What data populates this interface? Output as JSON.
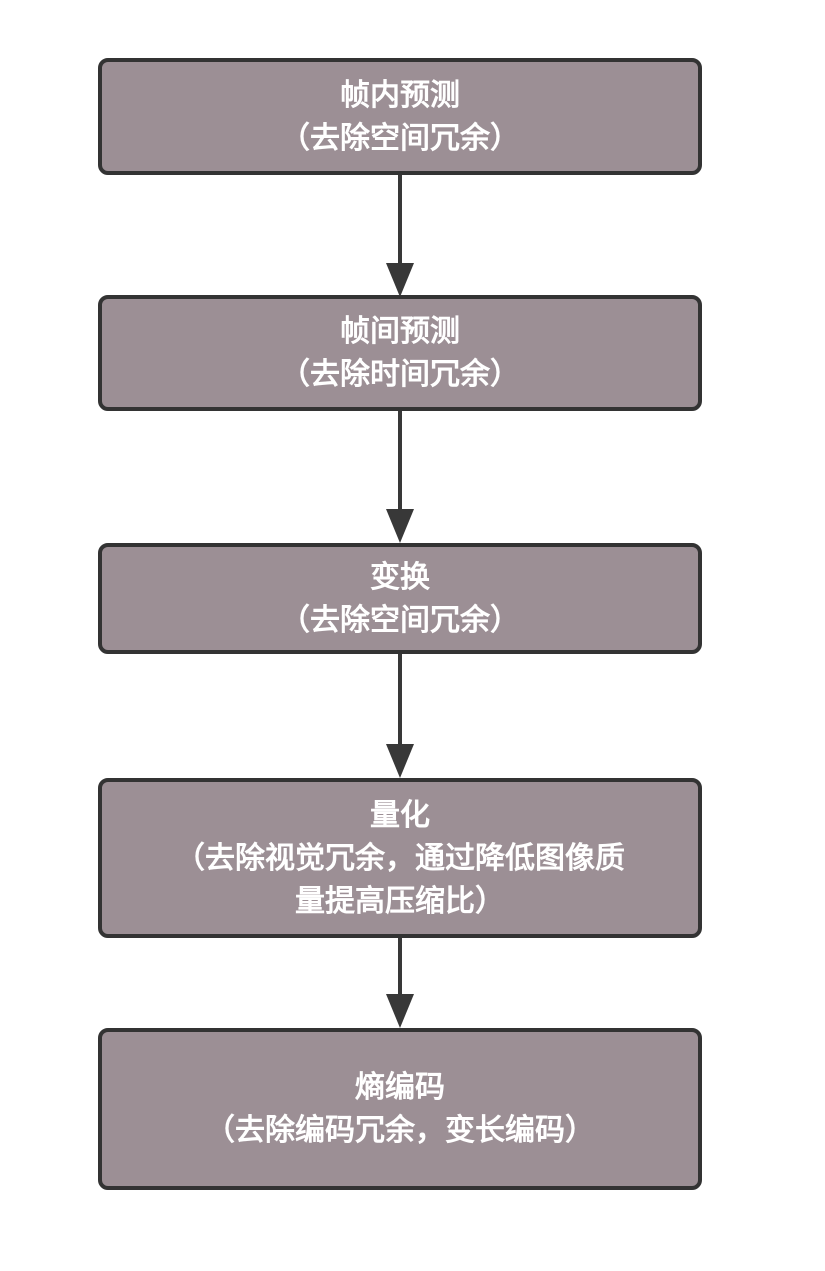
{
  "colors": {
    "background": "#ffffff",
    "box_fill": "#9c8f95",
    "box_border": "#333333",
    "arrow": "#383838",
    "text": "#ffffff"
  },
  "diagram": {
    "type": "flowchart",
    "direction": "top-to-bottom",
    "nodes": [
      {
        "id": "intra-prediction",
        "lines": [
          "帧内预测",
          "（去除空间冗余）"
        ]
      },
      {
        "id": "inter-prediction",
        "lines": [
          "帧间预测",
          "（去除时间冗余）"
        ]
      },
      {
        "id": "transform",
        "lines": [
          "变换",
          "（去除空间冗余）"
        ]
      },
      {
        "id": "quantization",
        "lines": [
          "量化",
          "（去除视觉冗余，通过降低图像质",
          "量提高压缩比）"
        ]
      },
      {
        "id": "entropy-coding",
        "lines": [
          "熵编码",
          "（去除编码冗余，变长编码）"
        ]
      }
    ],
    "edges": [
      {
        "from": "intra-prediction",
        "to": "inter-prediction"
      },
      {
        "from": "inter-prediction",
        "to": "transform"
      },
      {
        "from": "transform",
        "to": "quantization"
      },
      {
        "from": "quantization",
        "to": "entropy-coding"
      }
    ]
  }
}
